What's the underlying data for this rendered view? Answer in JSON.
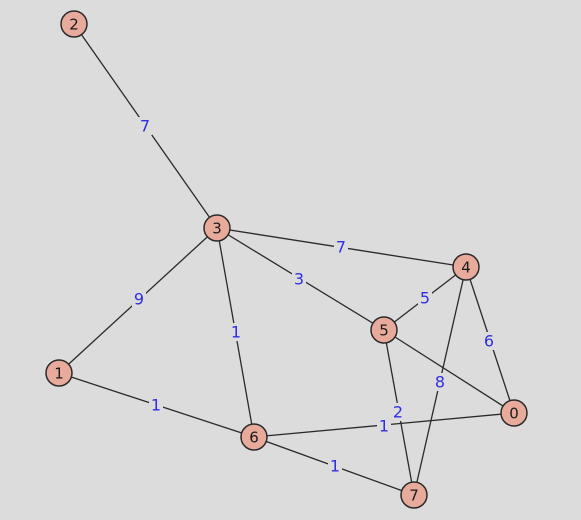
{
  "colors": {
    "background": "#dcdcdc",
    "node_fill": "#e8aa9a",
    "node_stroke": "#2a2a2a",
    "edge": "#2a2a2a",
    "weight_text": "#2f2fe0"
  },
  "nodes": [
    {
      "id": "0",
      "label": "0"
    },
    {
      "id": "1",
      "label": "1"
    },
    {
      "id": "2",
      "label": "2"
    },
    {
      "id": "3",
      "label": "3"
    },
    {
      "id": "4",
      "label": "4"
    },
    {
      "id": "5",
      "label": "5"
    },
    {
      "id": "6",
      "label": "6"
    },
    {
      "id": "7",
      "label": "7"
    }
  ],
  "edges": [
    {
      "source": "2",
      "target": "3",
      "weight": "7"
    },
    {
      "source": "3",
      "target": "4",
      "weight": "7"
    },
    {
      "source": "3",
      "target": "5",
      "weight": "3"
    },
    {
      "source": "3",
      "target": "1",
      "weight": "9"
    },
    {
      "source": "3",
      "target": "6",
      "weight": "1"
    },
    {
      "source": "4",
      "target": "5",
      "weight": "5"
    },
    {
      "source": "4",
      "target": "0",
      "weight": "6"
    },
    {
      "source": "4",
      "target": "7",
      "weight": "8"
    },
    {
      "source": "5",
      "target": "0",
      "weight": ""
    },
    {
      "source": "5",
      "target": "7",
      "weight": "2"
    },
    {
      "source": "1",
      "target": "6",
      "weight": "1"
    },
    {
      "source": "6",
      "target": "0",
      "weight": "1"
    },
    {
      "source": "6",
      "target": "7",
      "weight": "1"
    }
  ]
}
